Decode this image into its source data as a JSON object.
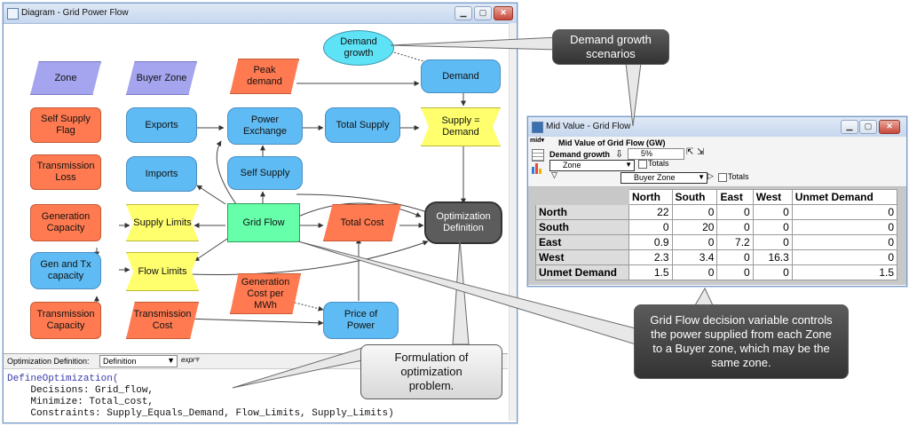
{
  "diagram_window": {
    "title": "Diagram - Grid Power Flow",
    "nodes": {
      "demand_growth": "Demand growth",
      "zone": "Zone",
      "buyer_zone": "Buyer Zone",
      "peak_demand": "Peak demand",
      "demand": "Demand",
      "self_supply_flag": "Self Supply Flag",
      "exports": "Exports",
      "power_exchange": "Power Exchange",
      "total_supply": "Total Supply",
      "supply_eq_demand": "Supply = Demand",
      "transmission_loss": "Transmission Loss",
      "imports": "Imports",
      "self_supply": "Self Supply",
      "generation_capacity": "Generation Capacity",
      "supply_limits": "Supply Limits",
      "grid_flow": "Grid Flow",
      "total_cost": "Total Cost",
      "optimization_definition": "Optimization Definition",
      "gen_tx_capacity": "Gen and Tx capacity",
      "flow_limits": "Flow Limits",
      "generation_cost_per_mwh": "Generation Cost per MWh",
      "transmission_capacity": "Transmission Capacity",
      "transmission_cost": "Transmission Cost",
      "price_of_power": "Price of Power"
    },
    "attr_panel": {
      "label": "Optimization Definition:",
      "attr_select": "Definition",
      "expr_label": "expr"
    },
    "code_lines": [
      "DefineOptimization(",
      "    Decisions: Grid_flow,",
      "    Minimize: Total_cost,",
      "    Constraints: Supply_Equals_Demand, Flow_Limits, Supply_Limits)"
    ]
  },
  "result_window": {
    "title": "Mid Value - Grid Flow",
    "heading": "Mid Value of Grid Flow (GW)",
    "demand_growth_label": "Demand growth",
    "demand_growth_value": "5%",
    "row_index_select": "Zone",
    "col_index_select": "Buyer Zone",
    "totals_label": "Totals",
    "columns": [
      "North",
      "South",
      "East",
      "West",
      "Unmet Demand"
    ],
    "rows": [
      {
        "name": "North",
        "values": [
          "22",
          "0",
          "0",
          "0",
          "0"
        ]
      },
      {
        "name": "South",
        "values": [
          "0",
          "20",
          "0",
          "0",
          "0"
        ]
      },
      {
        "name": "East",
        "values": [
          "0.9",
          "0",
          "7.2",
          "0",
          "0"
        ]
      },
      {
        "name": "West",
        "values": [
          "2.3",
          "3.4",
          "0",
          "16.3",
          "0"
        ]
      },
      {
        "name": "Unmet Demand",
        "values": [
          "1.5",
          "0",
          "0",
          "0",
          "1.5"
        ]
      }
    ]
  },
  "callouts": {
    "demand_growth": "Demand growth scenarios",
    "formulation": "Formulation of optimization problem.",
    "grid_flow": "Grid Flow decision variable controls the power supplied from each Zone to a Buyer zone, which may be the same zone."
  },
  "colors": {
    "decision": "#66ffaa",
    "variable": "#5fbbf3",
    "objective": "#ff7a50",
    "constraint": "#ffff6e",
    "index": "#a4a4ef",
    "chance": "#5ee2f5",
    "optimization": "#5c5c5c"
  }
}
